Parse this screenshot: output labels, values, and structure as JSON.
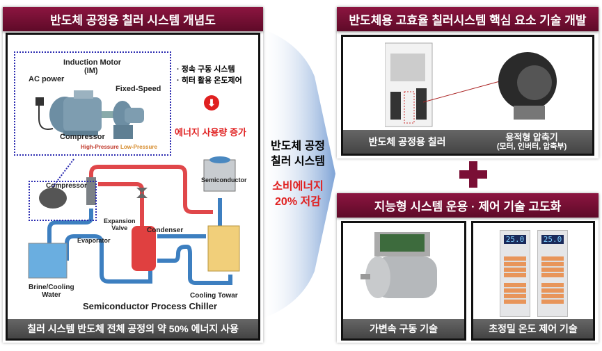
{
  "left_panel": {
    "title": "반도체 공정용 칠러 시스템 개념도",
    "motor_labels": {
      "motor": "Induction Motor",
      "motor_abbr": "(IM)",
      "ac_power": "AC power",
      "fixed_speed": "Fixed-Speed",
      "compressor": "Compressor",
      "high_pressure": "High-Pressure",
      "low_pressure": "Low-Pressure"
    },
    "bullets": [
      "· 정속 구동 시스템",
      "· 히터 활용 온도제어"
    ],
    "warning_icon": "down-arrow-circle-icon",
    "warning_text": "에너지 사용량 증가",
    "diagram_labels": {
      "compressor": "Compressor",
      "semiconductor": "Semiconductor",
      "expansion_valve_1": "Expansion",
      "expansion_valve_2": "Valve",
      "condenser": "Condenser",
      "evaporator": "Evaporator",
      "brine_1": "Brine/Cooling",
      "brine_2": "Water",
      "cooling_tower": "Cooling Towar",
      "title": "Semiconductor Process Chiller"
    },
    "caption": "칠러 시스템 반도체 전체 공정의 약 50% 에너지 사용"
  },
  "middle": {
    "line1": "반도체 공정",
    "line2": "칠러 시스템",
    "highlight1": "소비에너지",
    "highlight2": "20% 저감"
  },
  "top_right": {
    "title": "반도체용 고효율 칠러시스템 핵심 요소 기술 개발",
    "caption_left": "반도체 공정용 칠러",
    "caption_right_1": "용적형 압축기",
    "caption_right_2": "(모터, 인버터, 압축부)"
  },
  "plus_icon": "plus-icon",
  "bottom_right": {
    "title": "지능형 시스템 운용 · 제어 기술 고도화",
    "caption_left": "가변속 구동 기술",
    "caption_right": "초정밀 온도 제어 기술",
    "display_value": "25.0"
  },
  "colors": {
    "maroon": "#7a0f35",
    "red": "#e02020",
    "pipe_red": "#e0474a",
    "pipe_blue": "#3d7fc0"
  }
}
